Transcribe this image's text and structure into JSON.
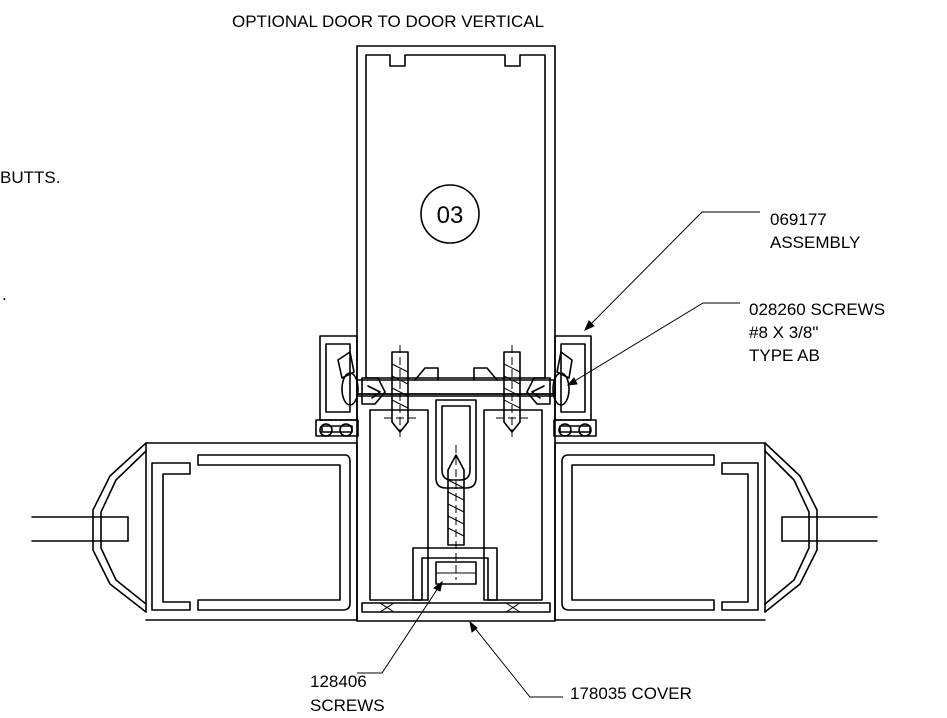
{
  "drawing": {
    "title": "OPTIONAL DOOR TO DOOR VERTICAL",
    "partial_left_text_1": "BUTTS.",
    "partial_left_text_2": ".",
    "callout_bubble": "03",
    "labels": {
      "assembly_line1": "069177",
      "assembly_line2": "ASSEMBLY",
      "screws_line1": "028260 SCREWS",
      "screws_line2": "#8 X 3/8\"",
      "screws_line3": "TYPE AB",
      "bottom_screws_line1": "128406",
      "bottom_screws_line2": "SCREWS",
      "cover": "178035 COVER"
    }
  }
}
